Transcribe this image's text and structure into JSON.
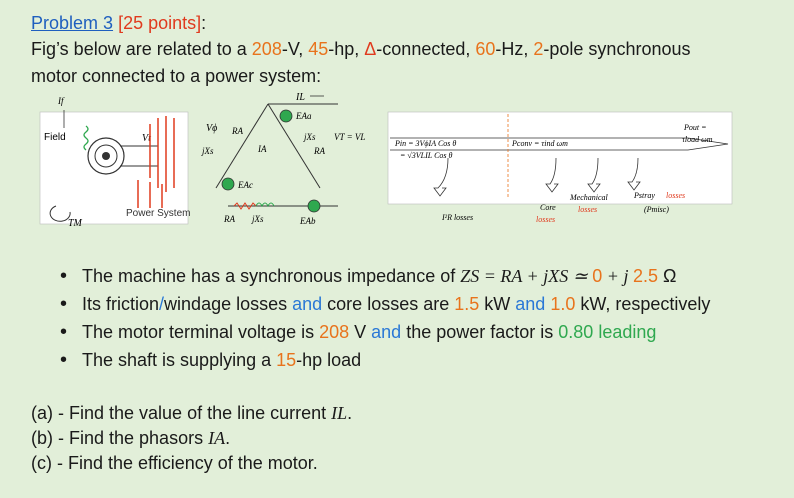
{
  "header": {
    "problem": "Problem 3",
    "points": "[25 points]",
    "colon": ":"
  },
  "intro": {
    "t1": "Fig’s below are related to a ",
    "voltage": "208",
    "t2": "-V, ",
    "hp": "45",
    "t3": "-hp, ",
    "delta": "Δ",
    "t4": "-connected, ",
    "freq": "60",
    "t5": "-Hz, ",
    "poles": "2",
    "t6": "-pole synchronous",
    "line2": "motor connected to a power system:"
  },
  "figure": {
    "field": "Field",
    "if": "If",
    "vt": "Vt",
    "tm": "TM",
    "power_system": "Power System",
    "il": "IL",
    "vphi": "Vϕ",
    "ra_top": "RA",
    "ia": "IA",
    "jxs_left": "jXs",
    "eaa": "EAa",
    "jxs_right": "jXs",
    "vt_eq": "VT = VL",
    "ra_right": "RA",
    "eac": "EAc",
    "ra_bottom": "RA",
    "jxs_bottom": "jXs",
    "eab": "EAb",
    "pin": "Pin = 3VϕIA Cos θ",
    "pin2": "= √3VLIL Cos θ",
    "pconv": "Pconv = τind ωm",
    "pout": "Pout =",
    "pout2": "τload ωm",
    "i2r": "I²R losses",
    "core": "Core",
    "core2": "losses",
    "mech": "Mechanical",
    "mech2": "losses",
    "pstray": "Pstray",
    "stray_losses": "losses",
    "pmisc": "(Pmisc)"
  },
  "bullets": {
    "b1_text": "The machine has a synchronous impedance of ",
    "b1_math": "ZS = RA + jXS ≃ ",
    "b1_zero": "0",
    "b1_plus": " + j ",
    "b1_val": "2.5",
    "b1_unit": " Ω",
    "b2_t1": "Its friction",
    "b2_slash": "/",
    "b2_t2": "windage losses ",
    "b2_and1": "and",
    "b2_t3": " core losses are ",
    "b2_v1": "1.5",
    "b2_t4": " kW ",
    "b2_and2": "and",
    "b2_v2": " 1.0",
    "b2_t5": " kW, respectively",
    "b3_t1": "The motor terminal voltage is ",
    "b3_v": "208",
    "b3_t2": " V ",
    "b3_and": "and",
    "b3_t3": " the power factor is ",
    "b3_pf": "0.80 leading",
    "b4_t1": "The shaft is supplying a ",
    "b4_v": "15",
    "b4_t2": "-hp load"
  },
  "parts": {
    "a": "(a) - Find the value of the line current ",
    "a_sym": "IL",
    "a_end": ".",
    "b": "(b) - Find the phasors ",
    "b_sym": "IA",
    "b_end": ".",
    "c": "(c) - Find the efficiency of the motor."
  },
  "colors": {
    "red": "#e03a1e",
    "orange": "#e8731c",
    "blue": "#2a78d6",
    "green": "#2fa84f",
    "background": "#e2efd9"
  }
}
